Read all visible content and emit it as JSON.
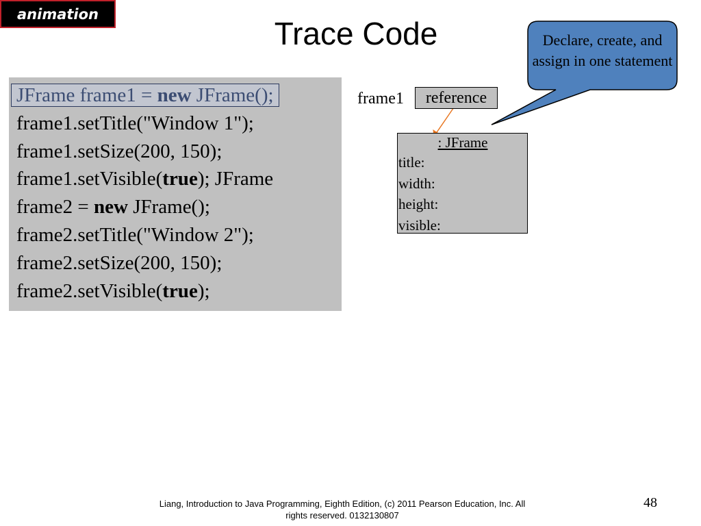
{
  "badge": {
    "label": "animation"
  },
  "slide": {
    "title": "Trace Code",
    "page_number": "48"
  },
  "code": {
    "line1": {
      "a": "JFrame frame1 = ",
      "kw": "new",
      "b": " JFrame();"
    },
    "line2": "frame1.setTitle(\"Window 1\");",
    "line3": "frame1.setSize(200, 150);",
    "line4": {
      "a": "frame1.setVisible(",
      "kw": "true",
      "b": "); JFrame"
    },
    "line5": {
      "a": "frame2 = ",
      "kw": "new",
      "b": " JFrame();"
    },
    "line6": "frame2.setTitle(\"Window 2\");",
    "line7": "frame2.setSize(200, 150);",
    "line8": {
      "a": "frame2.setVisible(",
      "kw": "true",
      "b": ");"
    }
  },
  "diagram": {
    "variable_label": "frame1",
    "reference_label": "reference",
    "object": {
      "title": ": JFrame",
      "fields": [
        "title:",
        "width:",
        "height:",
        "visible:"
      ]
    },
    "arrow_color": "#e87722"
  },
  "callout": {
    "text": "Declare, create, and assign in one statement",
    "fill": "#4f81bd"
  },
  "footer": {
    "line1": "Liang, Introduction to Java Programming, Eighth Edition, (c) 2011 Pearson Education, Inc. All",
    "line2": "rights reserved. 0132130807"
  }
}
